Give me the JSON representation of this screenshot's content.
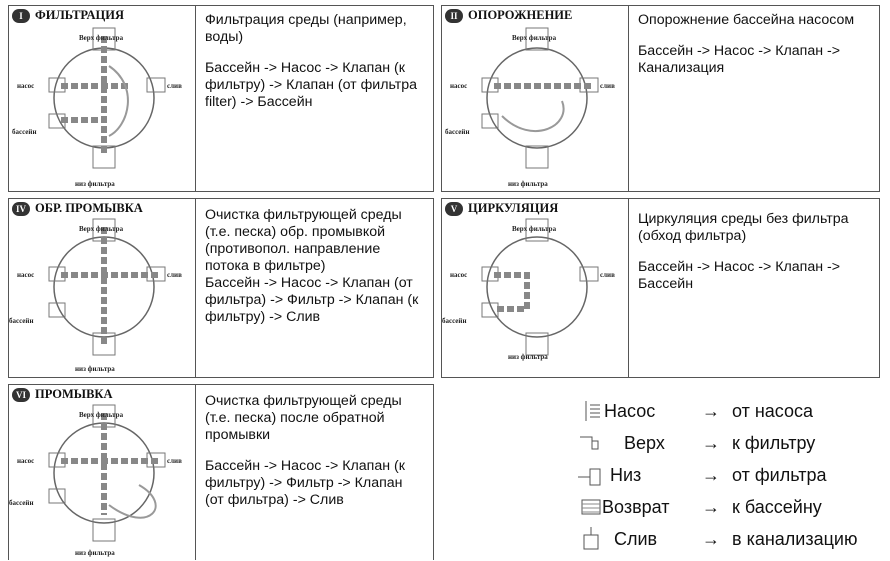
{
  "panels": [
    {
      "num": "I",
      "title": "ФИЛЬТРАЦИЯ",
      "top": "Верх фильтра",
      "left1": "насос",
      "left2": "бассейн",
      "right": "слив",
      "bottom": "низ фильтра",
      "p1": "Фильтрация среды (например, воды)",
      "p2": "Бассейн -> Насос -> Клапан (к фильтру) -> Клапан (от фильтра filter) -> Бассейн"
    },
    {
      "num": "II",
      "title": "ОПОРОЖНЕНИЕ",
      "top": "Верх фильтра",
      "left1": "насос",
      "left2": "бассейн",
      "right": "слив",
      "bottom": "низ фильтра",
      "p1": "Опорожнение бассейна насосом",
      "p2": "Бассейн -> Насос -> Клапан -> Канализация"
    },
    {
      "num": "IV",
      "title": "ОБР. ПРОМЫВКА",
      "top": "Верх фильтра",
      "left1": "насос",
      "left2": "бассейн",
      "right": "слив",
      "bottom": "низ фильтра",
      "p1": "Очистка фильтрующей среды (т.е. песка) обр. промывкой (противопол. направление потока в фильтре)\nБассейн -> Насос -> Клапан (от фильтра) -> Фильтр -> Клапан (к фильтру) -> Слив",
      "p2": ""
    },
    {
      "num": "V",
      "title": "ЦИРКУЛЯЦИЯ",
      "top": "Верх фильтра",
      "left1": "насос",
      "left2": "бассейн",
      "right": "слив",
      "bottom": "низ фильтра",
      "p1": "Циркуляция среды без фильтра (обход фильтра)",
      "p2": "Бассейн -> Насос -> Клапан -> Бассейн"
    },
    {
      "num": "VI",
      "title": "ПРОМЫВКА",
      "top": "Верх фильтра",
      "left1": "насос",
      "left2": "бассейн",
      "right": "слив",
      "bottom": "низ фильтра",
      "p1": "Очистка фильтрующей среды (т.е. песка) после обратной промывки",
      "p2": "Бассейн -> Насос -> Клапан (к фильтру) -> Фильтр -> Клапан (от фильтра) -> Слив"
    }
  ],
  "legend": [
    {
      "name": "Насос",
      "arrow": "→",
      "meaning": "от насоса",
      "icon": "pump-pipe-icon"
    },
    {
      "name": "Верх",
      "arrow": "→",
      "meaning": "к фильтру",
      "icon": "top-pipe-icon"
    },
    {
      "name": "Низ",
      "arrow": "→",
      "meaning": "от фильтра",
      "icon": "bottom-pipe-icon"
    },
    {
      "name": "Возврат",
      "arrow": "→",
      "meaning": "к бассейну",
      "icon": "return-pipe-icon"
    },
    {
      "name": "Слив",
      "arrow": "→",
      "meaning": "в канализацию",
      "icon": "drain-pipe-icon"
    }
  ]
}
